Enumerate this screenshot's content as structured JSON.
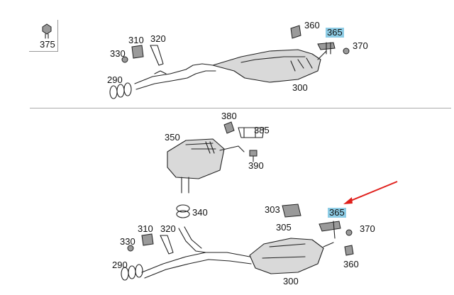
{
  "diagram": {
    "inset": {
      "label": "375"
    },
    "top": {
      "labels": {
        "l360": "360",
        "l365": "365",
        "l370": "370",
        "l310": "310",
        "l320": "320",
        "l330": "330",
        "l290": "290",
        "l300": "300"
      }
    },
    "bottom": {
      "labels": {
        "l380": "380",
        "l385": "385",
        "l350": "350",
        "l390": "390",
        "l340": "340",
        "l303": "303",
        "l305": "305",
        "l365": "365",
        "l370": "370",
        "l360": "360",
        "l310": "310",
        "l320": "320",
        "l330": "330",
        "l290": "290",
        "l300": "300"
      }
    },
    "highlight_color": "#8ecde6",
    "arrow_color": "#e0201c"
  }
}
